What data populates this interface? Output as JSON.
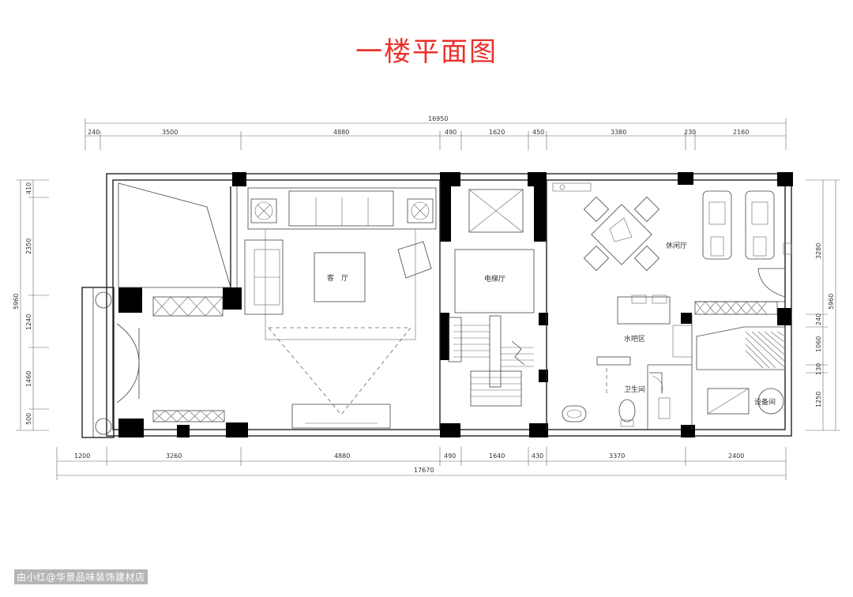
{
  "title": "一楼平面图",
  "watermark": "由小红@华景品味装饰建材店",
  "dims": {
    "top_total": "16950",
    "top_segments": [
      "240",
      "3500",
      "4880",
      "490",
      "1620",
      "450",
      "3380",
      "230",
      "2160"
    ],
    "bottom_total": "17670",
    "bottom_segments": [
      "1200",
      "3260",
      "4880",
      "490",
      "1640",
      "430",
      "3370",
      "2400"
    ],
    "left_total": "5960",
    "left_segments": [
      "410",
      "2350",
      "1240",
      "1460",
      "500"
    ],
    "right_total": "5960",
    "right_segments": [
      "3280",
      "240",
      "1060",
      "130",
      "1250"
    ]
  },
  "rooms": {
    "living": "客　厅",
    "elevator": "电梯厅",
    "leisure": "休闲厅",
    "bar": "水吧区",
    "bathroom": "卫生间",
    "equipment": "设备间"
  },
  "colors": {
    "title": "#e8322b"
  }
}
